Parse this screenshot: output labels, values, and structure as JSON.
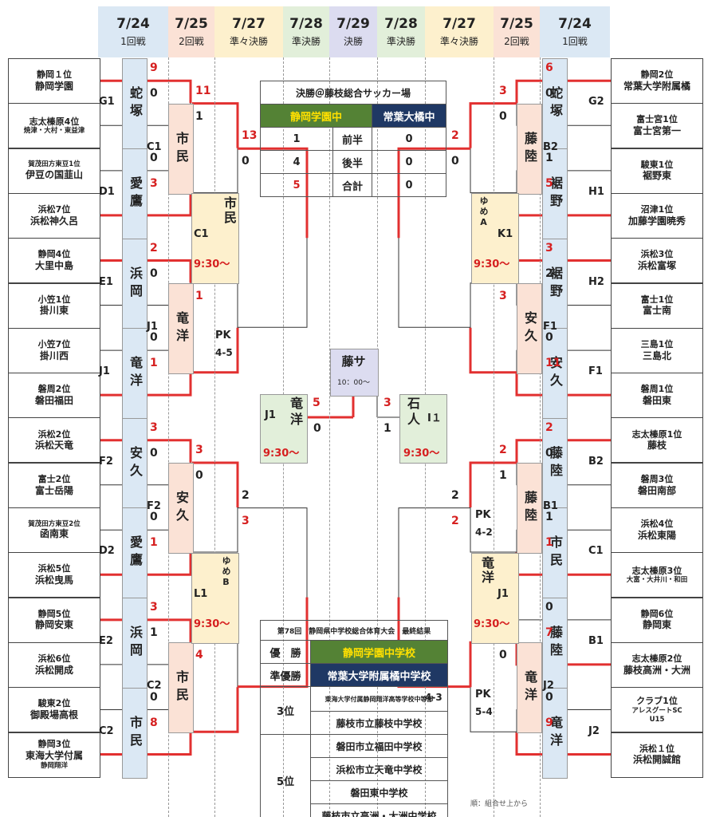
{
  "headers": [
    {
      "date": "7/24",
      "round": "1回戦",
      "color": "#dbe8f4"
    },
    {
      "date": "7/25",
      "round": "2回戦",
      "color": "#fbe2d6"
    },
    {
      "date": "7/27",
      "round": "準々決勝",
      "color": "#fdf0cd"
    },
    {
      "date": "7/28",
      "round": "準決勝",
      "color": "#e2efda"
    },
    {
      "date": "7/29",
      "round": "決勝",
      "color": "#dcdcf0"
    },
    {
      "date": "7/28",
      "round": "準決勝",
      "color": "#e2efda"
    },
    {
      "date": "7/27",
      "round": "準々決勝",
      "color": "#fdf0cd"
    },
    {
      "date": "7/25",
      "round": "2回戦",
      "color": "#fbe2d6"
    },
    {
      "date": "7/24",
      "round": "1回戦",
      "color": "#dbe8f4"
    }
  ],
  "teams_left": [
    {
      "a": "静岡１位",
      "b": "静岡学園"
    },
    {
      "a": "志太榛原4位",
      "b": "焼津・大村・東益津"
    },
    {
      "a": "賀茂田方東豆1位",
      "b": "伊豆の国韮山"
    },
    {
      "a": "浜松7位",
      "b": "浜松神久呂"
    },
    {
      "a": "静岡4位",
      "b": "大里中島"
    },
    {
      "a": "小笠1位",
      "b": "掛川東"
    },
    {
      "a": "小笠7位",
      "b": "掛川西"
    },
    {
      "a": "磐周2位",
      "b": "磐田福田"
    },
    {
      "a": "浜松2位",
      "b": "浜松天竜"
    },
    {
      "a": "富士2位",
      "b": "富士岳陽"
    },
    {
      "a": "賀茂田方東豆2位",
      "b": "函南東"
    },
    {
      "a": "浜松5位",
      "b": "浜松曳馬"
    },
    {
      "a": "静岡5位",
      "b": "静岡安東"
    },
    {
      "a": "浜松6位",
      "b": "浜松開成"
    },
    {
      "a": "駿東2位",
      "b": "御殿場高根"
    },
    {
      "a": "静岡3位",
      "b": "東海大学付属",
      "c": "静岡翔洋"
    }
  ],
  "teams_right": [
    {
      "a": "静岡2位",
      "b": "常葉大学附属橘"
    },
    {
      "a": "富士宮1位",
      "b": "富士宮第一"
    },
    {
      "a": "駿東1位",
      "b": "裾野東"
    },
    {
      "a": "沼津1位",
      "b": "加藤学園暁秀"
    },
    {
      "a": "浜松3位",
      "b": "浜松富塚"
    },
    {
      "a": "富士1位",
      "b": "富士南"
    },
    {
      "a": "三島1位",
      "b": "三島北"
    },
    {
      "a": "磐周1位",
      "b": "磐田東"
    },
    {
      "a": "志太榛原1位",
      "b": "藤枝"
    },
    {
      "a": "磐周3位",
      "b": "磐田南部"
    },
    {
      "a": "浜松4位",
      "b": "浜松東陽"
    },
    {
      "a": "志太榛原3位",
      "b": "大富・大井川・和田"
    },
    {
      "a": "静岡6位",
      "b": "静岡東"
    },
    {
      "a": "志太榛原2位",
      "b": "藤枝高洲・大洲"
    },
    {
      "a": "クラブ1位",
      "b": "アレスグートSC",
      "c": "U15"
    },
    {
      "a": "浜松１位",
      "b": "浜松開誠館"
    }
  ],
  "r1_left": [
    {
      "tag": "G1",
      "venue": "蛇塚",
      "s1": "9",
      "s2": "0"
    },
    {
      "tag": "D1",
      "venue": "愛鷹",
      "s1": "0",
      "s2": "3"
    },
    {
      "tag": "E1",
      "venue": "浜岡",
      "s1": "2",
      "s2": "0"
    },
    {
      "tag": "J1",
      "venue": "竜洋",
      "s1": "0",
      "s2": "1"
    },
    {
      "tag": "F2",
      "venue": "安久",
      "s1": "3",
      "s2": "0"
    },
    {
      "tag": "D2",
      "venue": "愛鷹",
      "s1": "0",
      "s2": "1"
    },
    {
      "tag": "E2",
      "venue": "浜岡",
      "s1": "3",
      "s2": "1"
    },
    {
      "tag": "C2",
      "venue": "市民",
      "s1": "0",
      "s2": "8"
    }
  ],
  "r1_right": [
    {
      "tag": "G2",
      "venue": "蛇塚",
      "s1": "6",
      "s2": "0"
    },
    {
      "tag": "H1",
      "venue": "裾野",
      "s1": "1",
      "s2": "5"
    },
    {
      "tag": "H2",
      "venue": "裾野",
      "s1": "3",
      "s2": "2"
    },
    {
      "tag": "F1",
      "venue": "安久",
      "s1": "0",
      "s2": "11"
    },
    {
      "tag": "B2",
      "venue": "藤陸",
      "s1": "2",
      "s2": "0"
    },
    {
      "tag": "C1",
      "venue": "市民",
      "s1": "1",
      "s2": "1"
    },
    {
      "tag": "B1",
      "venue": "藤陸",
      "s1": "0",
      "s2": "7"
    },
    {
      "tag": "J2",
      "venue": "竜洋",
      "s1": "0",
      "s2": "9"
    }
  ],
  "r2_left": [
    {
      "tag": "C1",
      "venue": "市民",
      "s1": "11",
      "s2": "1"
    },
    {
      "tag": "J1",
      "venue": "竜洋",
      "s1": "1",
      "s2": "1",
      "pk": "PK",
      "pkscore": "4-5"
    },
    {
      "tag": "F2",
      "venue": "安久",
      "s1": "3",
      "s2": "0"
    },
    {
      "tag": "C2",
      "venue": "市民",
      "s1": "0",
      "s2": "4"
    }
  ],
  "r2_right": [
    {
      "tag": "B2",
      "venue": "藤陸",
      "s1": "3",
      "s2": "0"
    },
    {
      "tag": "F1",
      "venue": "安久",
      "s1": "0",
      "s2": "3"
    },
    {
      "tag": "B1",
      "venue": "藤陸",
      "s1": "2",
      "s2": "1",
      "pk": "PK",
      "pkscore": "4-2"
    },
    {
      "tag": "J2",
      "venue": "竜洋",
      "s1": "0",
      "s2": "0",
      "pk": "PK",
      "pkscore": "5-4"
    }
  ],
  "qf_left": [
    {
      "tag": "C1",
      "venue": "市民",
      "time": "9:30〜",
      "s1": "13",
      "s2": "0"
    },
    {
      "tag": "L1",
      "venue": "ゆめB",
      "time": "9:30〜",
      "s1": "2",
      "s2": "3"
    }
  ],
  "qf_right": [
    {
      "tag": "K1",
      "venue": "ゆめA",
      "time": "9:30〜",
      "s1": "2",
      "s2": "0"
    },
    {
      "tag": "J1",
      "venue": "竜洋",
      "time": "9:30〜",
      "s1": "2",
      "s2": "2",
      "pk": "PK",
      "pkscore": "4-3"
    }
  ],
  "sf_left": {
    "tag": "J1",
    "venue": "竜洋",
    "time": "9:30〜",
    "s1": "5",
    "s2": "0"
  },
  "sf_right": {
    "tag": "I１",
    "venue": "石人",
    "time": "9:30〜",
    "s1": "3",
    "s2": "1"
  },
  "final_venue": {
    "name": "藤サ",
    "time": "10：00〜"
  },
  "final_table": {
    "title": "決勝＠藤枝総合サッカー場",
    "team1": "静岡学園中",
    "team2": "常葉大橘中",
    "rows": [
      {
        "a": "1",
        "label": "前半",
        "b": "0"
      },
      {
        "a": "4",
        "label": "後半",
        "b": "0"
      },
      {
        "a": "5",
        "label": "合計",
        "b": "0"
      }
    ]
  },
  "results": {
    "title": "第78回　静岡県中学校総合体育大会　最終結果",
    "winner_label": "優　勝",
    "winner": "静岡学園中学校",
    "runner_label": "準優勝",
    "runner": "常葉大学附属橘中学校",
    "third_label": "3位",
    "third": [
      "東海大学付属静岡翔洋高等学校中等部",
      "藤枝市立藤枝中学校"
    ],
    "fifth_label": "5位",
    "fifth": [
      "磐田市立福田中学校",
      "浜松市立天竜中学校",
      "磐田東中学校",
      "藤枝市立高洲・大洲中学校"
    ],
    "note": "順：組合せ上から"
  },
  "colors": {
    "win_line": "#e23030",
    "lose_line": "#333333",
    "green": "#548235",
    "navy": "#1f3864"
  }
}
